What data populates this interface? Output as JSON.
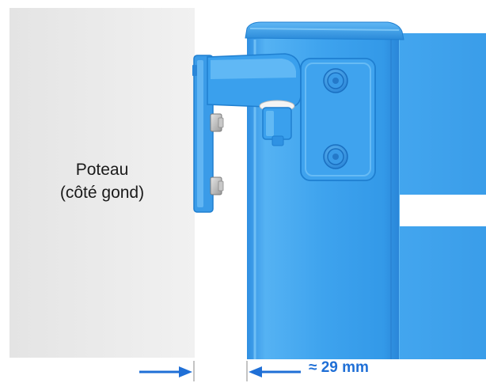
{
  "post": {
    "line1": "Poteau",
    "line2": "(côté gond)"
  },
  "dimension": {
    "label": "≈ 29 mm"
  },
  "colors": {
    "gate_blue": "#3ea3ee",
    "gate_blue_dark": "#1f7fd0",
    "gate_blue_light": "#7cc6f7",
    "post_gray": "#ececec",
    "arrow_blue": "#1f6fd6",
    "bolt_gray": "#b8b8b8"
  }
}
